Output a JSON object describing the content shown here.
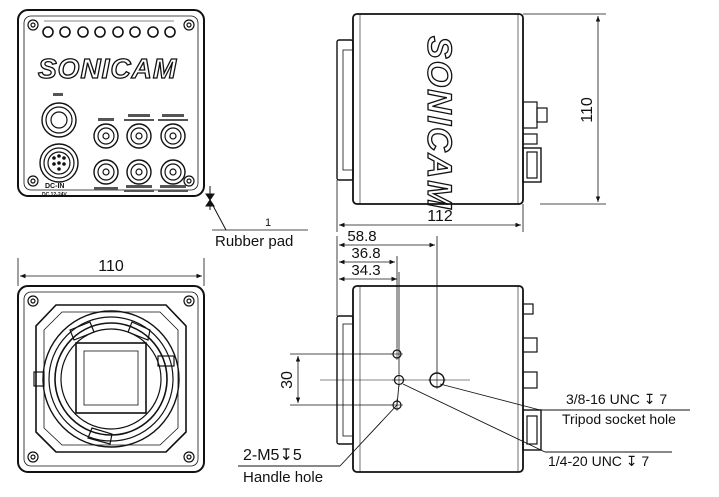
{
  "brand": {
    "logo_text": "SONICAM"
  },
  "front_panel": {
    "port_labels": [
      "DC-IN",
      "DC 12-24V"
    ]
  },
  "dimensions": {
    "side_width": "112",
    "side_height": "110",
    "front_width": "110",
    "d1": "58.8",
    "d2": "36.8",
    "d3": "34.3",
    "spacing": "30",
    "pad_height": "1"
  },
  "annotations": {
    "rubber_pad": "Rubber pad",
    "handle_spec": "2-M5↧5",
    "handle_hole": "Handle hole",
    "tripod_spec": "3/8-16 UNC ↧ 7",
    "tripod_label": "Tripod socket hole",
    "quarter_spec": "1/4-20 UNC ↧ 7"
  }
}
